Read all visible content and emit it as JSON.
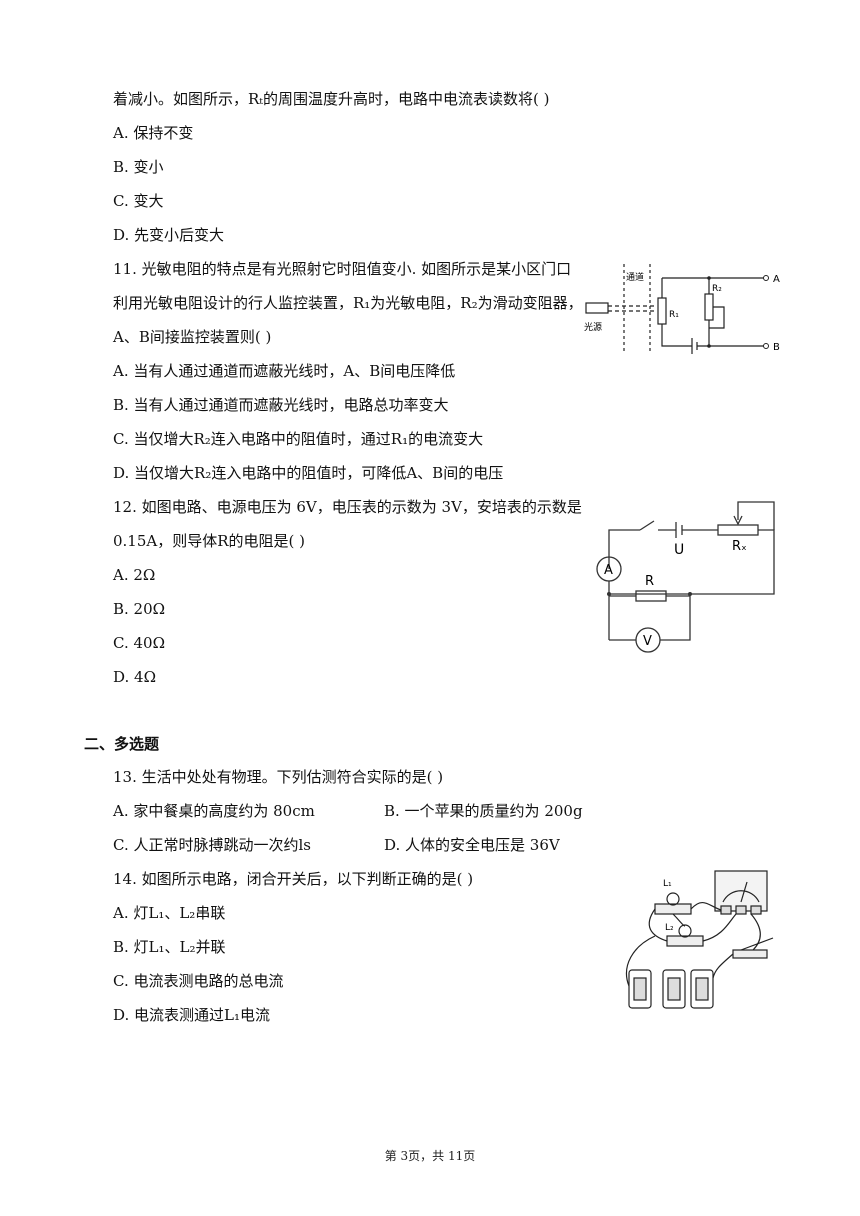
{
  "lines": [
    {
      "id": "q10-stem-end",
      "text": "着减小。如图所示，Rₜ的周围温度升高时，电路中电流表读数将(    )"
    },
    {
      "id": "q10-a",
      "text": "A.  保持不变"
    },
    {
      "id": "q10-b",
      "text": "B.  变小"
    },
    {
      "id": "q10-c",
      "text": "C.  变大"
    },
    {
      "id": "q10-d",
      "text": "D.  先变小后变大"
    },
    {
      "id": "q11-stem-1",
      "text": "11. 光敏电阻的特点是有光照射它时阻值变小. 如图所示是某小区门口"
    },
    {
      "id": "q11-stem-2",
      "text": "利用光敏电阻设计的行人监控装置，R₁为光敏电阻，R₂为滑动变阻器，"
    },
    {
      "id": "q11-stem-3",
      "text": "A、B间接监控装置则(    )"
    },
    {
      "id": "q11-a",
      "text": "A.  当有人通过通道而遮蔽光线时，A、B间电压降低"
    },
    {
      "id": "q11-b",
      "text": "B.  当有人通过通道而遮蔽光线时，电路总功率变大"
    },
    {
      "id": "q11-c",
      "text": "C.  当仅增大R₂连入电路中的阻值时，通过R₁的电流变大"
    },
    {
      "id": "q11-d",
      "text": "D.  当仅增大R₂连入电路中的阻值时，可降低A、B间的电压"
    },
    {
      "id": "q12-stem-1",
      "text": "12. 如图电路、电源电压为 6V，电压表的示数为 3V，安培表的示数是"
    },
    {
      "id": "q12-stem-2",
      "text": "0.15A，则导体R的电阻是(    )"
    },
    {
      "id": "q12-a",
      "text": "A. 2Ω"
    },
    {
      "id": "q12-b",
      "text": "B. 20Ω"
    },
    {
      "id": "q12-c",
      "text": "C. 40Ω"
    },
    {
      "id": "q12-d",
      "text": "D. 4Ω"
    },
    {
      "id": "q13-stem",
      "text": "13. 生活中处处有物理。下列估测符合实际的是(    )"
    },
    {
      "id": "q13-a",
      "text": "A.  家中餐桌的高度约为 80cm"
    },
    {
      "id": "q13-b",
      "text": "B.  一个苹果的质量约为 200g"
    },
    {
      "id": "q13-c",
      "text": "C.  人正常时脉搏跳动一次约ls"
    },
    {
      "id": "q13-d",
      "text": "D.  人体的安全电压是 36V"
    },
    {
      "id": "q14-stem",
      "text": "14. 如图所示电路，闭合开关后，以下判断正确的是(    )"
    },
    {
      "id": "q14-a",
      "text": "A.  灯L₁、L₂串联"
    },
    {
      "id": "q14-b",
      "text": "B.  灯L₁、L₂并联"
    },
    {
      "id": "q14-c",
      "text": "C.  电流表测电路的总电流"
    },
    {
      "id": "q14-d",
      "text": "D.  电流表测通过L₁电流"
    }
  ],
  "section_title": "二、多选题",
  "footer": "第 3页，共 11页",
  "fig11": {
    "channel": "通道",
    "light_source": "光源",
    "r1": "R₁",
    "r2": "R₂",
    "a": "A",
    "b": "B"
  },
  "fig12": {
    "u": "U",
    "rx": "Rₓ",
    "r": "R",
    "ammeter": "A",
    "voltmeter": "V"
  },
  "fig14": {
    "l1": "L₁",
    "l2": "L₂"
  }
}
